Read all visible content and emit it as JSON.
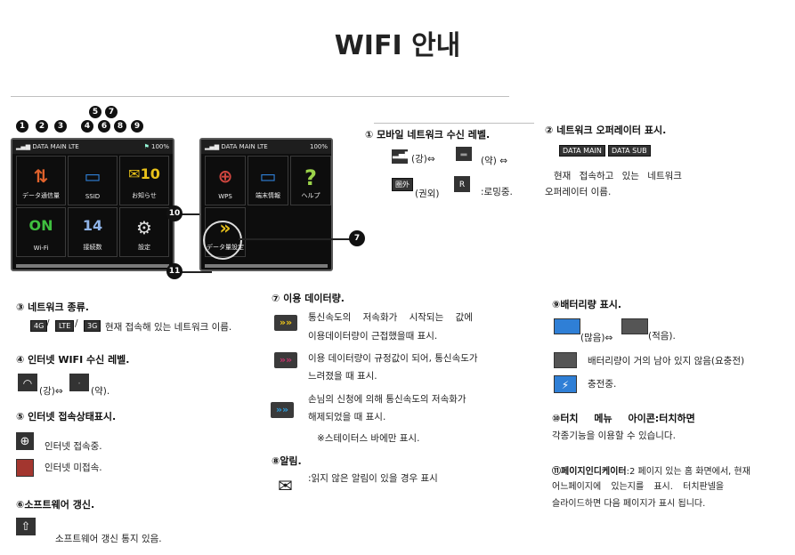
{
  "title": "WIFI 안내",
  "callouts": {
    "n1": "1",
    "n2": "2",
    "n3": "3",
    "n4": "4",
    "n5": "5",
    "n6": "6",
    "n7": "7",
    "n8": "8",
    "n9": "9",
    "n10": "10",
    "n11": "11"
  },
  "screen1": {
    "status_left": "DATA MAIN LTE",
    "status_right": "100%",
    "tiles": [
      {
        "icon": "⇅",
        "label": "データ通信量"
      },
      {
        "icon": "▭",
        "label": "SSID"
      },
      {
        "icon": "✉10",
        "label": "お知らせ"
      },
      {
        "icon": "ON",
        "label": "Wi-Fi"
      },
      {
        "icon": "14",
        "label": "接続数"
      },
      {
        "icon": "⚙",
        "label": "設定"
      }
    ]
  },
  "screen2": {
    "status_left": "DATA MAIN LTE",
    "status_right": "100%",
    "tiles": [
      {
        "icon": "⊕",
        "label": "WPS"
      },
      {
        "icon": "▭",
        "label": "端末情報"
      },
      {
        "icon": "?",
        "label": "ヘルプ"
      },
      {
        "icon": "»",
        "label": "データ量設定"
      }
    ]
  },
  "sec1": {
    "heading": "① 모바일 네트워크 수신 레벨.",
    "strong": "(강)⇔",
    "weak": "(약) ⇔",
    "out_tag": "圏外",
    "out": "(권외)",
    "roaming": ":로밍중."
  },
  "sec2": {
    "heading": "② 네트워크 오퍼레이터 표시.",
    "tag_main": "DATA MAIN",
    "tag_sub": "DATA SUB",
    "desc1": "현재 접속하고 있는 네트워크",
    "desc2": "오퍼레이터 이름."
  },
  "sec3": {
    "heading": "③ 네트워크 종류.",
    "tag_4g": "4G",
    "tag_lte": "LTE",
    "tag_3g": "3G",
    "desc": "현재 접속해 있는 네트워크 이름."
  },
  "sec4": {
    "heading": "④ 인터넷 WIFI 수신 레벨.",
    "strong": "(강)⇔",
    "weak": "(약)."
  },
  "sec5": {
    "heading": "⑤ 인터넷 접속상태표시.",
    "connected": "인터넷 접속중.",
    "disconnected": "인터넷 미접속."
  },
  "sec6": {
    "heading": "⑥소프트웨어 갱신.",
    "desc": "소프트웨어 갱신 통지 있음."
  },
  "sec7": {
    "heading": "⑦ 이용 데이터량.",
    "a1": "통신속도의  저속화가  시작되는  값에",
    "a2": "이용데이터량이 근접했을때 표시.",
    "b1": "이용 데이터량이 규정값이 되어, 통신속도가",
    "b2": "느려졌을 때 표시.",
    "c1": "손님의 신청에 의해 통신속도의 저속화가",
    "c2": "해제되었을 때 표시.",
    "c3": "※스테이터스 바에만 표시."
  },
  "sec8": {
    "heading": "⑧알림.",
    "desc": ":읽지 않은 알림이 있을 경우 표시"
  },
  "sec9": {
    "heading": "⑨배터리량 표시.",
    "full": "(많음)⇔",
    "low": "(적음).",
    "empty": "배터리량이 거의 남아 있지 않음(요충전)",
    "charging": "충전중."
  },
  "sec10": {
    "heading": "⑩터치   메뉴   아이콘:터치하면",
    "desc": "각종기능을 이용할 수 있습니다."
  },
  "sec11": {
    "heading": "⑪페이지인디케이터",
    "h_rest": ":2 페이지 있는 홈 화면에서, 현재",
    "l2": "어느페이지에  있는지를  표시.  터치판넬을",
    "l3": "슬라이드하면 다음 페이지가 표시 됩니다."
  },
  "colors": {
    "accent_yellow": "#e8c11a",
    "accent_green": "#3fbf3f",
    "accent_blue": "#2f7fd6",
    "accent_red": "#d0463f",
    "screen_bg": "#0d0d0d"
  }
}
